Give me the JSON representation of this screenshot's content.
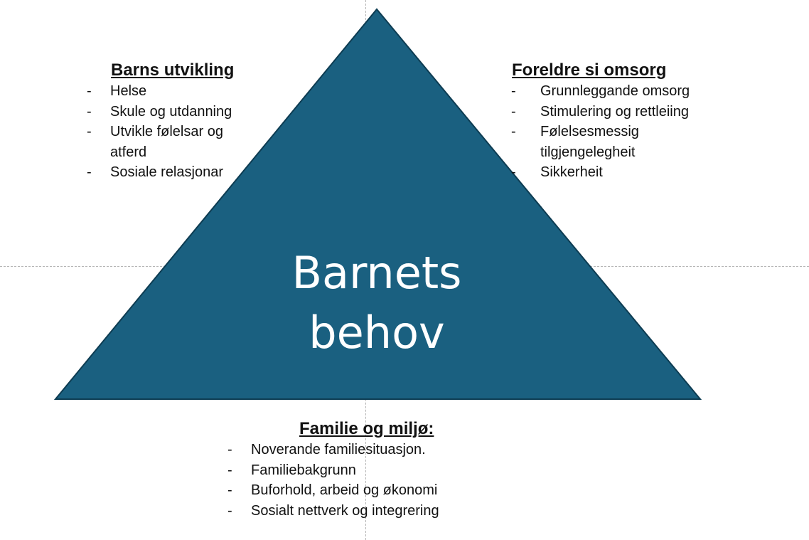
{
  "colors": {
    "triangle_fill": "#1a6080",
    "triangle_stroke": "#0d3c52",
    "center_text": "#ffffff"
  },
  "center": {
    "line1": "Barnets",
    "line2": "behov"
  },
  "left_block": {
    "title": "Barns utvikling",
    "items": [
      "Helse",
      "Skule og utdanning",
      "Utvikle følelsar og atferd",
      "Sosiale relasjonar"
    ]
  },
  "right_block": {
    "title": "Foreldre si omsorg",
    "items": [
      "Grunnleggande omsorg",
      "Stimulering og rettleiing",
      "Følelsesmessig tilgjengelegheit",
      "Sikkerheit"
    ]
  },
  "bottom_block": {
    "title": "Familie og miljø:",
    "items": [
      "Noverande familiesituasjon.",
      "Familiebakgrunn",
      "Buforhold, arbeid og økonomi",
      "Sosialt nettverk og integrering"
    ]
  },
  "bullet": "-"
}
